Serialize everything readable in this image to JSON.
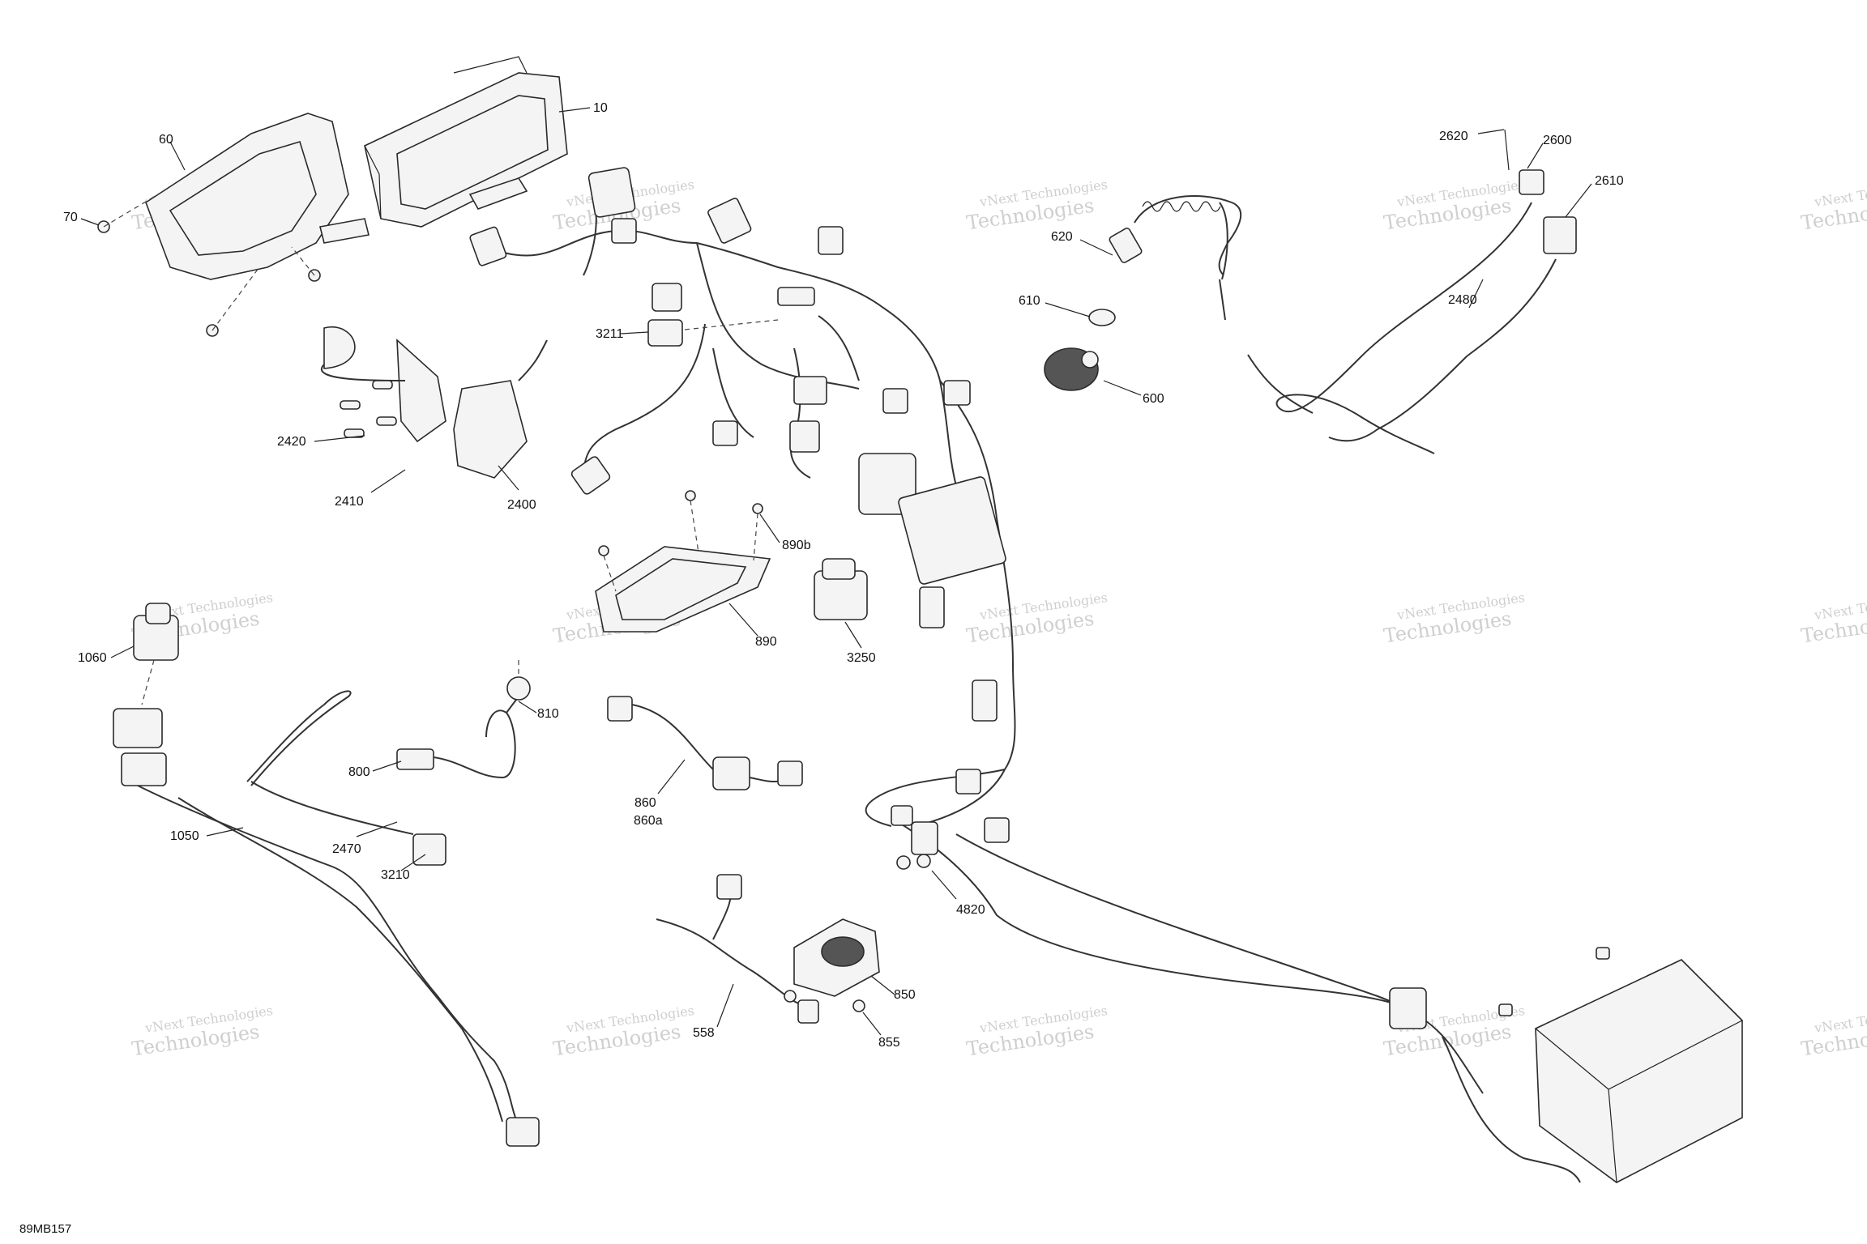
{
  "drawing_code": "89MB157",
  "watermark": {
    "line1": "vNext Technologies",
    "line2": "Technologies"
  },
  "callouts": [
    {
      "id": "10",
      "label": "10"
    },
    {
      "id": "60",
      "label": "60"
    },
    {
      "id": "70",
      "label": "70"
    },
    {
      "id": "620",
      "label": "620"
    },
    {
      "id": "610",
      "label": "610"
    },
    {
      "id": "600",
      "label": "600"
    },
    {
      "id": "2620",
      "label": "2620"
    },
    {
      "id": "2600",
      "label": "2600"
    },
    {
      "id": "2610",
      "label": "2610"
    },
    {
      "id": "2480",
      "label": "2480"
    },
    {
      "id": "3211",
      "label": "3211"
    },
    {
      "id": "2420",
      "label": "2420"
    },
    {
      "id": "2410",
      "label": "2410"
    },
    {
      "id": "2400",
      "label": "2400"
    },
    {
      "id": "890b",
      "label": "890b"
    },
    {
      "id": "890",
      "label": "890"
    },
    {
      "id": "3250",
      "label": "3250"
    },
    {
      "id": "1060",
      "label": "1060"
    },
    {
      "id": "810",
      "label": "810"
    },
    {
      "id": "800",
      "label": "800"
    },
    {
      "id": "860",
      "label": "860"
    },
    {
      "id": "860a",
      "label": "860a"
    },
    {
      "id": "1050",
      "label": "1050"
    },
    {
      "id": "2470",
      "label": "2470"
    },
    {
      "id": "3210",
      "label": "3210"
    },
    {
      "id": "4820",
      "label": "4820"
    },
    {
      "id": "850",
      "label": "850"
    },
    {
      "id": "855",
      "label": "855"
    },
    {
      "id": "558",
      "label": "558"
    }
  ]
}
